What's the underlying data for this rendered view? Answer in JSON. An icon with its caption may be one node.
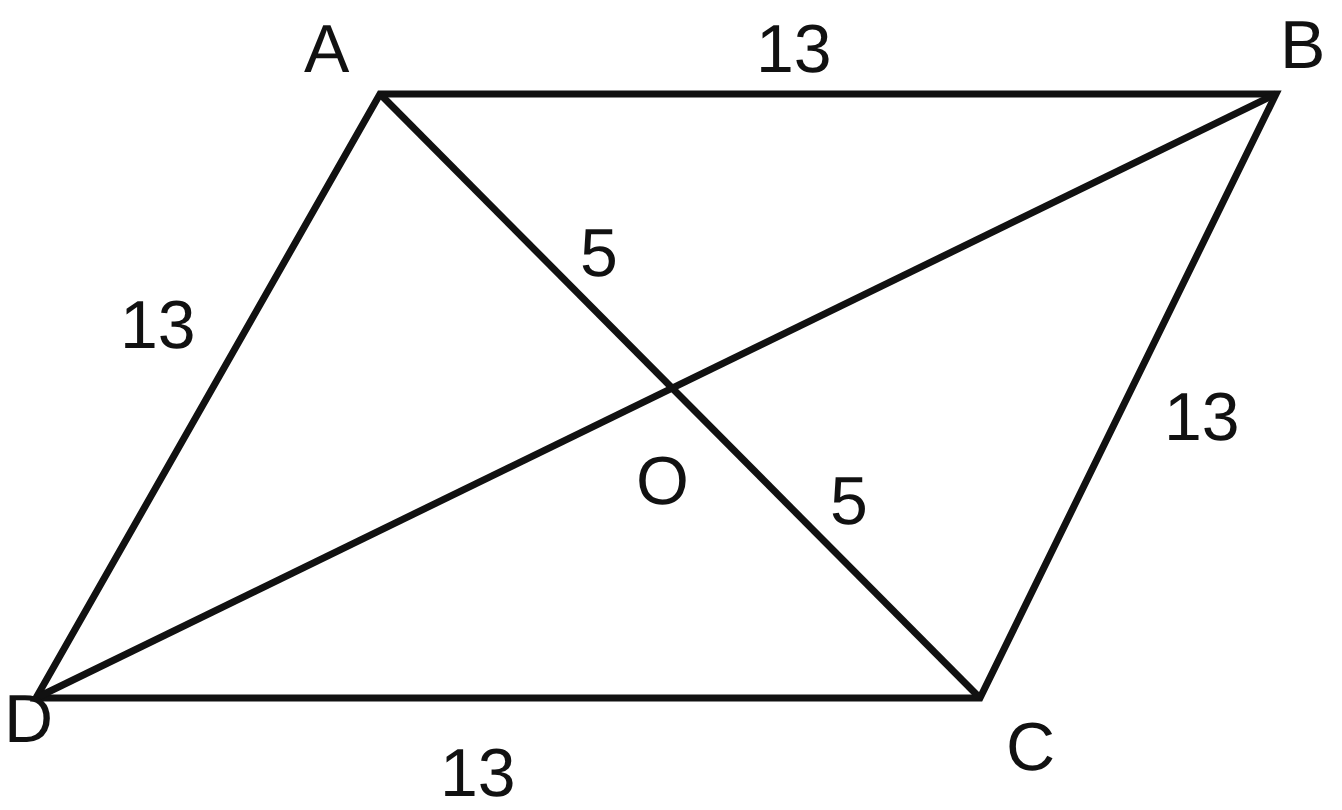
{
  "diagram": {
    "labels": [
      "A",
      "13",
      "B",
      "5",
      "13",
      "13",
      "O",
      "5",
      "D",
      "C",
      "13"
    ]
  }
}
